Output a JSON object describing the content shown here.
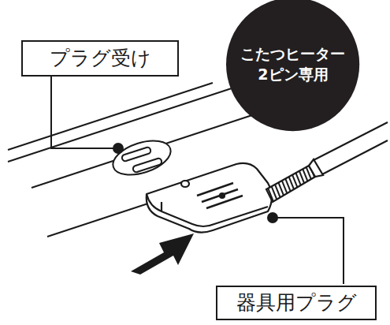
{
  "diagram": {
    "nodes": [
      {
        "text": [
          "プラグ受け"
        ]
      },
      {
        "text": [
          "こたつヒーター 2ピン専用"
        ]
      },
      {
        "text": [
          "器具用プラグ"
        ]
      }
    ]
  }
}
